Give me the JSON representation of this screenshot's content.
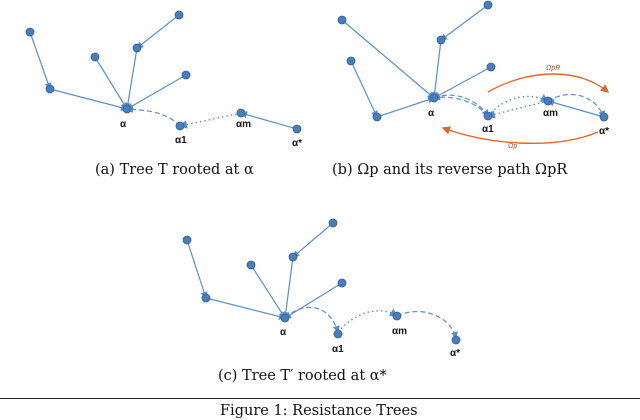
{
  "panels": {
    "a": {
      "caption": "(a) Tree T rooted at α",
      "labels": {
        "alpha": "α",
        "alpha1": "α1",
        "alpham": "αm",
        "alphastar": "α*"
      }
    },
    "b": {
      "caption": "(b) Ωp and its reverse path ΩpR",
      "labels": {
        "alpha": "α",
        "alpha1": "α1",
        "alpham": "αm",
        "alphastar": "α*",
        "omega_r": "ΩpR",
        "omega_p": "Ωp"
      }
    },
    "c": {
      "caption": "(c) Tree T′ rooted at α*",
      "labels": {
        "alpha": "α",
        "alpha1": "α1",
        "alpham": "αm",
        "alphastar": "α*"
      }
    }
  },
  "figure_caption": "Figure 1: Resistance Trees",
  "colors": {
    "node": "#4a7ebb",
    "edge": "#5b8fcc",
    "path": "#e0662b"
  }
}
